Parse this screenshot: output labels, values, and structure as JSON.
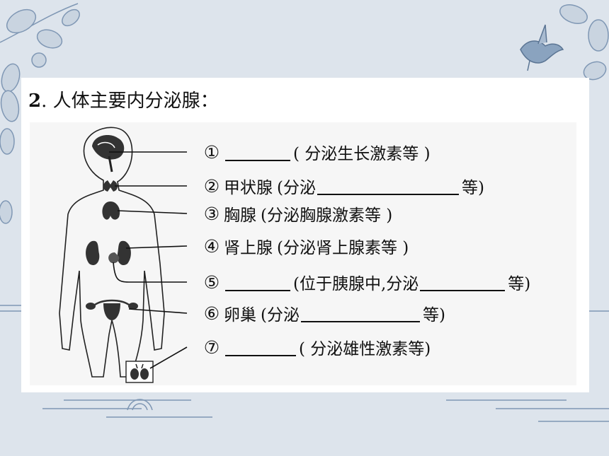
{
  "title": {
    "number": "2",
    "text": ". 人体主要内分泌腺："
  },
  "glands": [
    {
      "marker": "①",
      "name": "",
      "blank_before": true,
      "pre": "( 分泌生长激素等 )",
      "blank_after": false,
      "post": ""
    },
    {
      "marker": "②",
      "name": "甲状腺",
      "blank_before": false,
      "pre": "(分泌",
      "blank_after": true,
      "post": "等)"
    },
    {
      "marker": "③",
      "name": "胸腺",
      "blank_before": false,
      "pre": "(分泌胸腺激素等 )",
      "blank_after": false,
      "post": ""
    },
    {
      "marker": "④",
      "name": "肾上腺",
      "blank_before": false,
      "pre": "(分泌肾上腺素等 )",
      "blank_after": false,
      "post": ""
    },
    {
      "marker": "⑤",
      "name": "",
      "blank_before": true,
      "pre": "(位于胰腺中,分泌",
      "blank_after": true,
      "post": "等)"
    },
    {
      "marker": "⑥",
      "name": "卵巢",
      "blank_before": false,
      "pre": "(分泌",
      "blank_after": true,
      "post": "等)"
    },
    {
      "marker": "⑦",
      "name": "",
      "blank_before": true,
      "pre": "( 分泌雄性激素等)",
      "blank_after": false,
      "post": ""
    }
  ],
  "colors": {
    "background": "#dde4ec",
    "card": "#ffffff",
    "decoration": "#7f97b4",
    "ink": "#111111"
  }
}
